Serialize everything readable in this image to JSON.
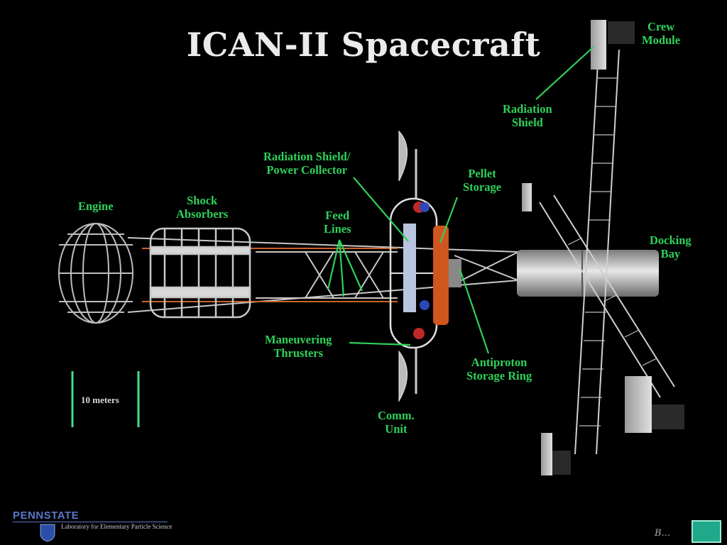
{
  "title": "ICAN-II Spacecraft",
  "labels": {
    "crew_module": [
      "Crew",
      "Module"
    ],
    "radiation_shield": [
      "Radiation",
      "Shield"
    ],
    "rad_shield_power": [
      "Radiation Shield/",
      "Power Collector"
    ],
    "pellet_storage": [
      "Pellet",
      "Storage"
    ],
    "engine": "Engine",
    "shock_absorbers": [
      "Shock",
      "Absorbers"
    ],
    "feed_lines": [
      "Feed",
      "Lines"
    ],
    "docking_bay": [
      "Docking",
      "Bay"
    ],
    "maneuvering_thrusters": [
      "Maneuvering",
      "Thrusters"
    ],
    "antiproton_ring": [
      "Antiproton",
      "Storage Ring"
    ],
    "comm_unit": [
      "Comm.",
      "Unit"
    ]
  },
  "scale_bar": "10 meters",
  "footer": {
    "logo": "PENNSTATE",
    "lab": "Laboratory for Elementary Particle Science",
    "signature": "B..."
  },
  "colors": {
    "label": "#2ed15a",
    "title": "#ebebeb",
    "background": "#000000",
    "nav": "#1fa98a"
  }
}
